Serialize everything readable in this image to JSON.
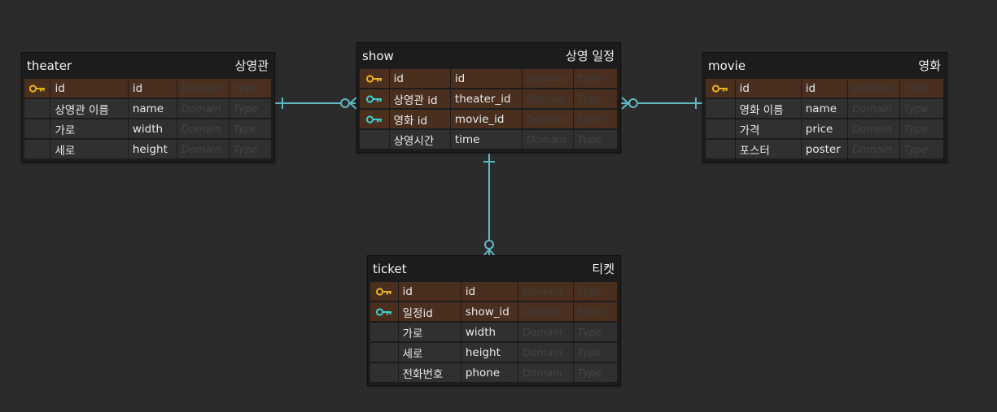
{
  "placeholders": {
    "domain": "Domain",
    "type": "Type"
  },
  "colors": {
    "primary_key": "#e7b416",
    "foreign_key": "#3ccfcf",
    "connector": "#5fb8c4"
  },
  "entities": {
    "theater": {
      "name": "theater",
      "logical": "상영관",
      "rows": [
        {
          "icon": "pk",
          "logical": "id",
          "physical": "id"
        },
        {
          "icon": "",
          "logical": "상영관 이름",
          "physical": "name"
        },
        {
          "icon": "",
          "logical": "가로",
          "physical": "width"
        },
        {
          "icon": "",
          "logical": "세로",
          "physical": "height"
        }
      ]
    },
    "show": {
      "name": "show",
      "logical": "상영 일정",
      "rows": [
        {
          "icon": "pk",
          "logical": "id",
          "physical": "id"
        },
        {
          "icon": "fk",
          "logical": "상영관 id",
          "physical": "theater_id"
        },
        {
          "icon": "fk",
          "logical": "영화 id",
          "physical": "movie_id"
        },
        {
          "icon": "",
          "logical": "상영시간",
          "physical": "time"
        }
      ]
    },
    "movie": {
      "name": "movie",
      "logical": "영화",
      "rows": [
        {
          "icon": "pk",
          "logical": "id",
          "physical": "id"
        },
        {
          "icon": "",
          "logical": "영화 이름",
          "physical": "name"
        },
        {
          "icon": "",
          "logical": "가격",
          "physical": "price"
        },
        {
          "icon": "",
          "logical": "포스터",
          "physical": "poster"
        }
      ]
    },
    "ticket": {
      "name": "ticket",
      "logical": "티켓",
      "rows": [
        {
          "icon": "pk",
          "logical": "id",
          "physical": "id"
        },
        {
          "icon": "fk",
          "logical": "일정id",
          "physical": "show_id"
        },
        {
          "icon": "",
          "logical": "가로",
          "physical": "width"
        },
        {
          "icon": "",
          "logical": "세로",
          "physical": "height"
        },
        {
          "icon": "",
          "logical": "전화번호",
          "physical": "phone"
        }
      ]
    }
  }
}
